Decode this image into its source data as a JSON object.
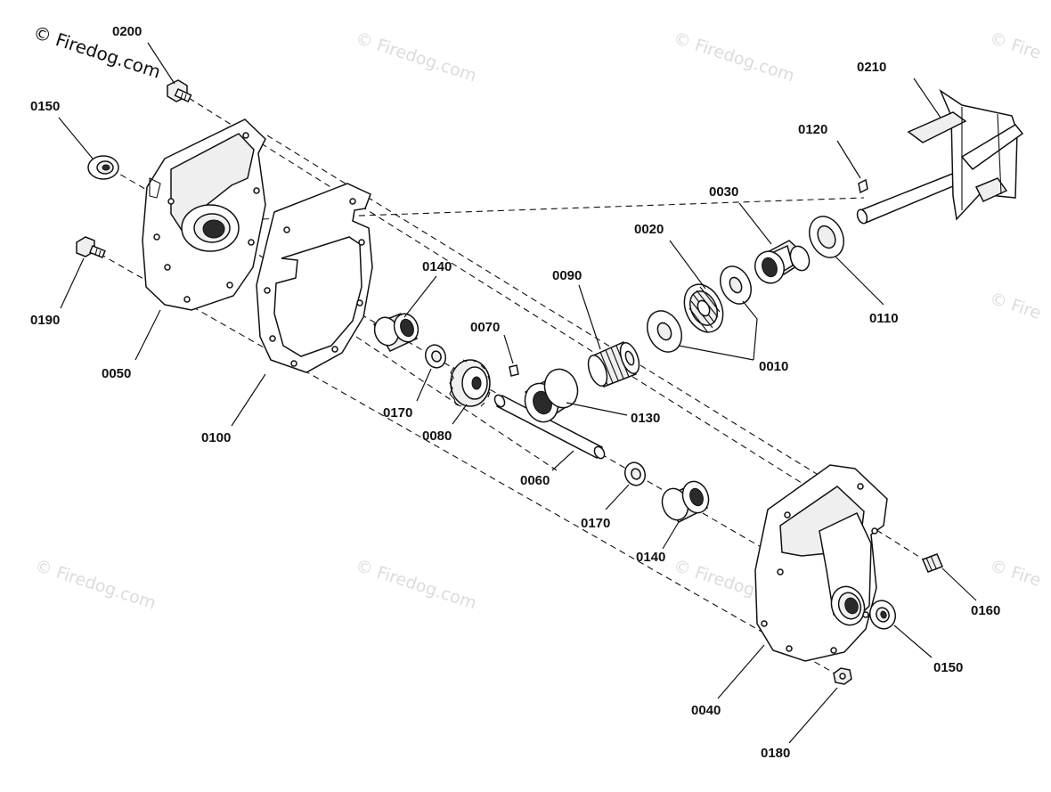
{
  "watermark": {
    "copyright_notice": "© Firedog.com",
    "tiles": [
      "© Firedog.com",
      "© Firedog.com",
      "© Fire",
      "© Fire",
      "© Firedog.com",
      "© Firedog.com",
      "© Firedog.com",
      "© Fire"
    ]
  },
  "labels": {
    "p0200": "0200",
    "p0150_top": "0150",
    "p0190": "0190",
    "p0050": "0050",
    "p0100": "0100",
    "p0140_top": "0140",
    "p0170_top": "0170",
    "p0070": "0070",
    "p0080": "0080",
    "p0090": "0090",
    "p0130": "0130",
    "p0060": "0060",
    "p0020": "0020",
    "p0030": "0030",
    "p0010": "0010",
    "p0110": "0110",
    "p0120": "0120",
    "p0210": "0210",
    "p0170_bottom": "0170",
    "p0140_bottom": "0140",
    "p0160": "0160",
    "p0150_bottom": "0150",
    "p0040": "0040",
    "p0180": "0180"
  },
  "colors": {
    "line": "#111111",
    "watermark": "#dcdcdc",
    "background": "#ffffff"
  }
}
